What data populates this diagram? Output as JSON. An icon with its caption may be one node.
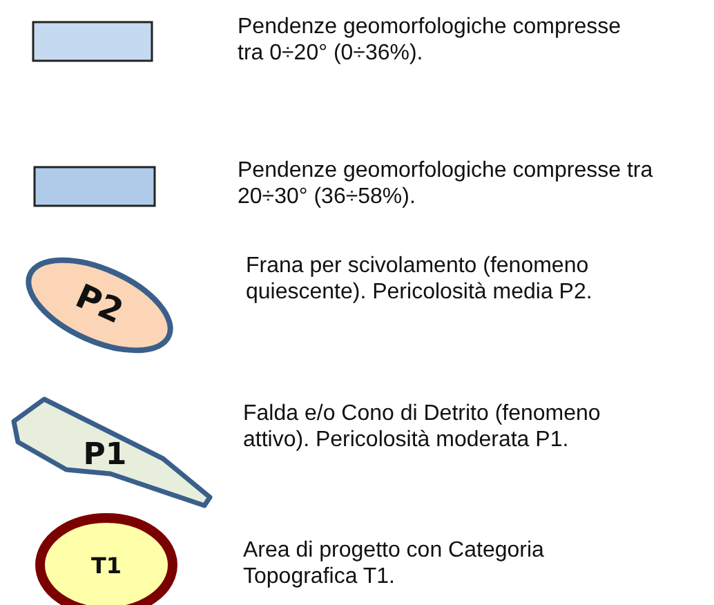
{
  "diagram": {
    "legend": [
      {
        "text": "Pendenze geomorfologiche compresse tra 0÷20° (0÷36%).",
        "color": "#c5d9f1"
      },
      {
        "text": "Pendenze geomorfologiche compresse tra 20÷30° (36÷58%).",
        "color": "#b0cbea"
      },
      {
        "text": "Frana per scivolamento (fenomeno quiescente). Pericolosità media P2."
      },
      {
        "text": "Falda e/o Cono di Detrito (fenomeno attivo). Pericolosità moderata P1."
      },
      {
        "text": "Area di progetto con Categoria Topografica T1."
      }
    ],
    "labels": [
      "P2",
      "P1",
      "T1"
    ]
  }
}
